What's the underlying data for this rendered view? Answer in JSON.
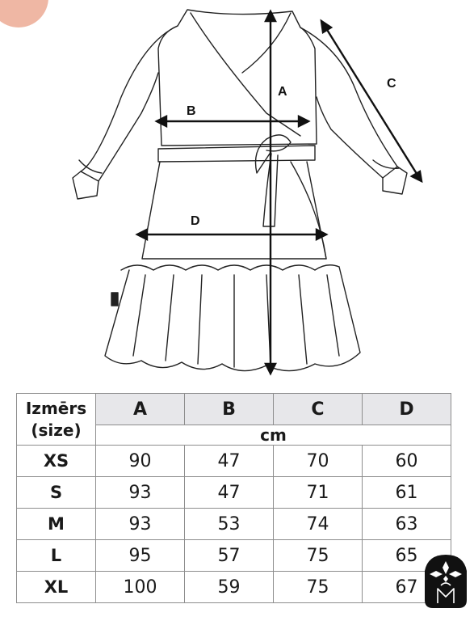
{
  "diagram": {
    "labels": {
      "a": "A",
      "b": "B",
      "c": "C",
      "d": "D"
    }
  },
  "table": {
    "corner_label_line1": "Izmērs",
    "corner_label_line2": "(size)",
    "columns": [
      "A",
      "B",
      "C",
      "D"
    ],
    "unit": "cm",
    "rows": [
      {
        "size": "XS",
        "values": [
          "90",
          "47",
          "70",
          "60"
        ]
      },
      {
        "size": "S",
        "values": [
          "93",
          "47",
          "71",
          "61"
        ]
      },
      {
        "size": "M",
        "values": [
          "93",
          "53",
          "74",
          "63"
        ]
      },
      {
        "size": "L",
        "values": [
          "95",
          "57",
          "75",
          "65"
        ]
      },
      {
        "size": "XL",
        "values": [
          "100",
          "59",
          "75",
          "67"
        ]
      }
    ]
  },
  "colors": {
    "header_bg": "#e7e7ea",
    "corner_accent": "#efb7a4",
    "logo_bg": "#111111",
    "logo_mark": "#ffffff"
  },
  "icons": [
    "brand-logo-icon"
  ]
}
